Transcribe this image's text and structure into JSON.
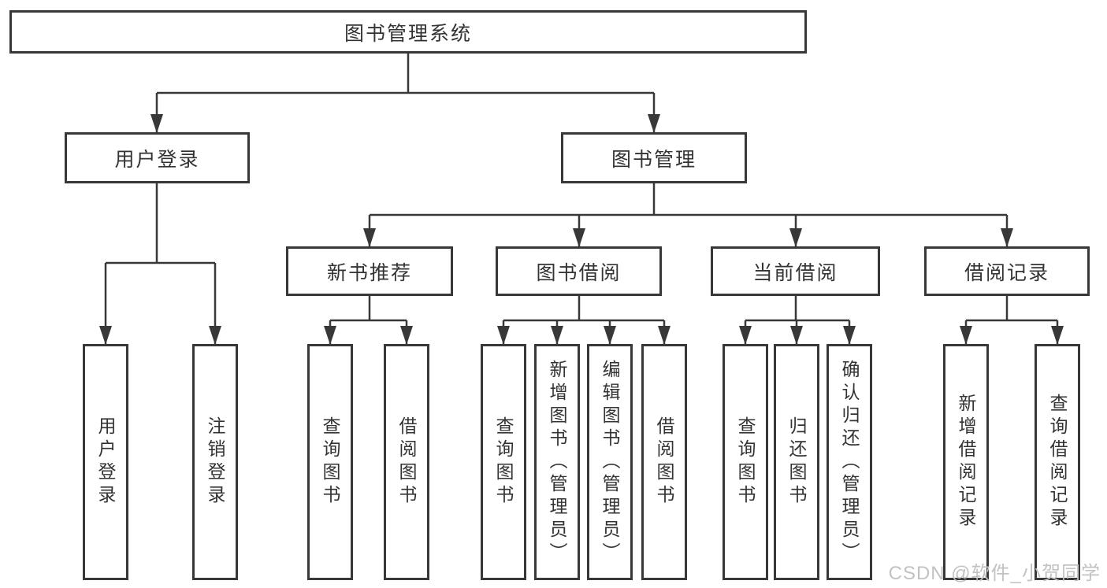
{
  "title": "图书管理系统",
  "nodes": {
    "root": "图书管理系统",
    "user_login": "用户登录",
    "book_management": "图书管理",
    "new_book_recommend": "新书推荐",
    "book_borrow": "图书借阅",
    "current_borrow": "当前借阅",
    "borrow_records": "借阅记录"
  },
  "leaves": {
    "user_login": "用户登录",
    "logout": "注销登录",
    "nb_query_books": "查询图书",
    "nb_borrow_books": "借阅图书",
    "bb_query_books": "查询图书",
    "bb_add_books": "新增图书（管理员）",
    "bb_edit_books": "编辑图书（管理员）",
    "bb_borrow_books": "借阅图书",
    "cb_query_books": "查询图书",
    "cb_return_books": "归还图书",
    "cb_confirm_return": "确认归还（管理员）",
    "br_add_record": "新增借阅记录",
    "br_query_record": "查询借阅记录"
  },
  "watermark": "CSDN @软件_小贺同学",
  "colors": {
    "line": "#383838",
    "border": "#383838",
    "text": "#333333",
    "watermark": "#c2c2c2",
    "background": "#ffffff"
  }
}
